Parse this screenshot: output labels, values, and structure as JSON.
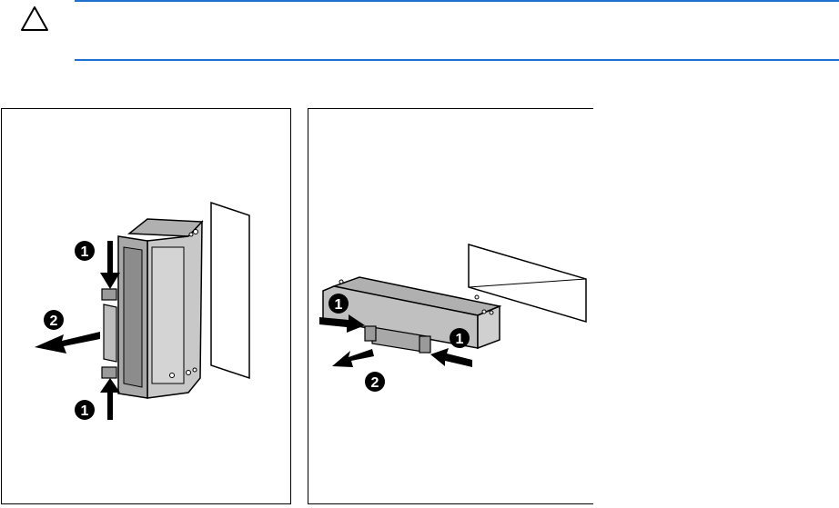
{
  "caution": {
    "icon": "warning-triangle-icon"
  },
  "figures": [
    {
      "id": "left",
      "callouts": [
        "1",
        "2",
        "1"
      ]
    },
    {
      "id": "right",
      "callouts": [
        "1",
        "1",
        "2"
      ]
    }
  ],
  "colors": {
    "rule": "#1f6fd1",
    "ink": "#000000",
    "metal": "#c8c8c8",
    "metal_dark": "#a8a8a8"
  }
}
